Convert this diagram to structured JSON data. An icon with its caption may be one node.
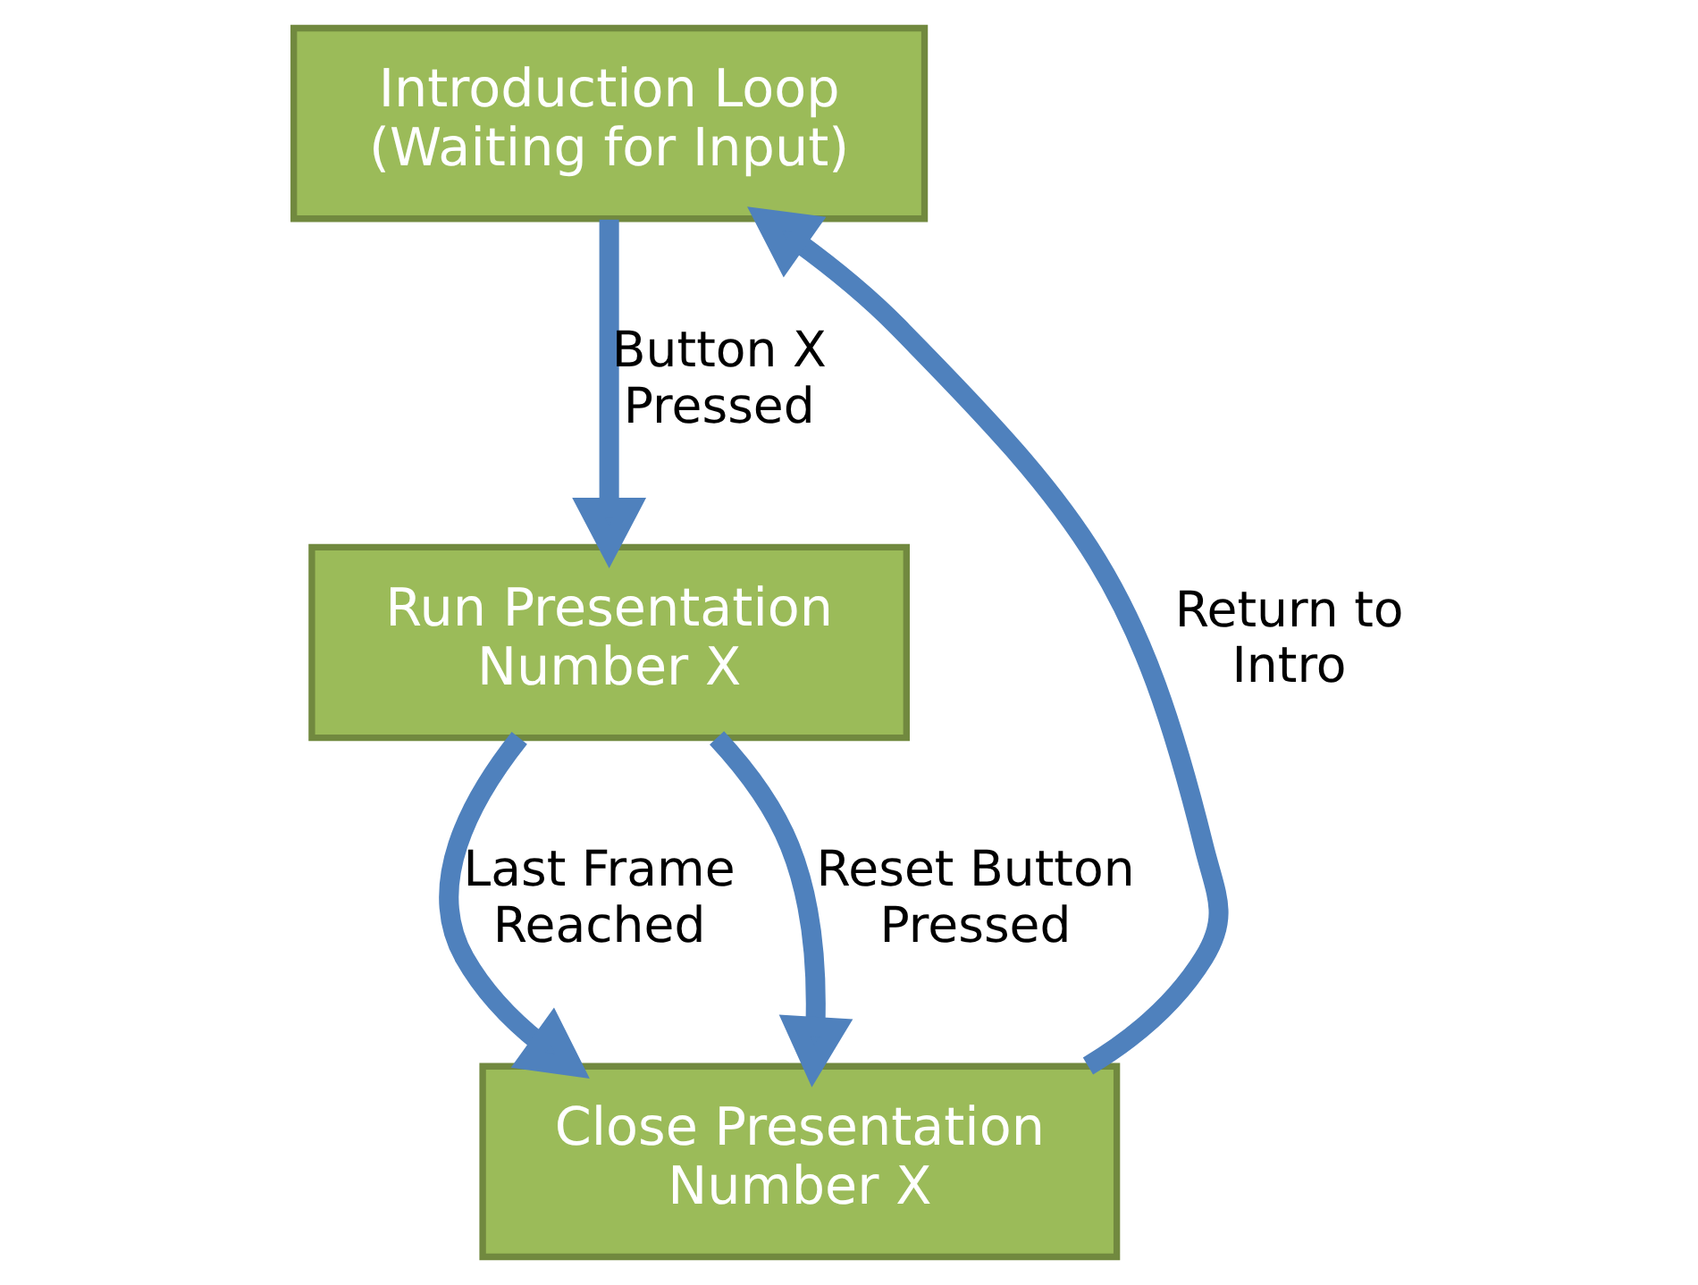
{
  "diagram": {
    "nodes": [
      {
        "text": [
          "Introduction Loop (Waiting for Input)"
        ]
      },
      {
        "text": [
          "Run Presentation Number X"
        ]
      },
      {
        "text": [
          "Close Presentation Number X"
        ]
      }
    ],
    "edges": [
      {
        "from": 0,
        "to": 1,
        "arrow": "to",
        "label": "Button X Pressed"
      },
      {
        "from": 1,
        "to": 2,
        "arrow": "to",
        "label": "Last Frame Reached"
      },
      {
        "from": 1,
        "to": 2,
        "arrow": "to",
        "label": "Reset Button Pressed"
      },
      {
        "from": 2,
        "to": 0,
        "arrow": "to",
        "label": "Return to Intro"
      }
    ]
  }
}
